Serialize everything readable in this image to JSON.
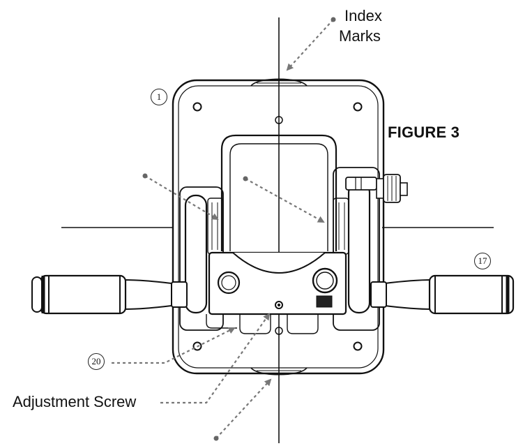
{
  "figure_label": "FIGURE 3",
  "labels": {
    "index_marks_line1": "Index",
    "index_marks_line2": "Marks",
    "adjustment_screw": "Adjustment Screw"
  },
  "callouts": {
    "part_1": "1",
    "part_17": "17",
    "part_20": "20"
  },
  "colors": {
    "line": "#111111",
    "pointer": "#777777"
  }
}
